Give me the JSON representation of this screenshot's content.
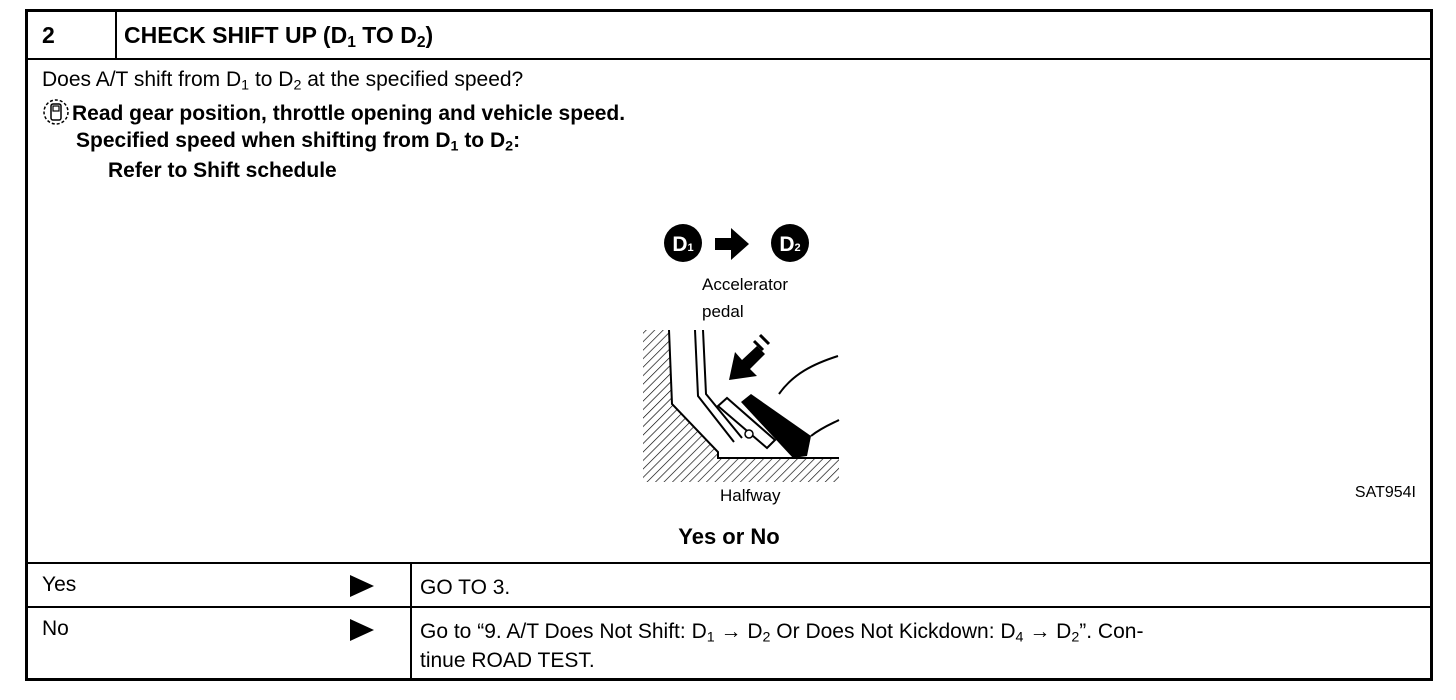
{
  "header": {
    "number": "2",
    "title_pre": "CHECK SHIFT UP (D",
    "title_sub1": "1",
    "title_mid": " TO D",
    "title_sub2": "2",
    "title_post": ")"
  },
  "question": {
    "pre": "Does A/T shift from D",
    "sub1": "1",
    "mid": " to D",
    "sub2": "2",
    "post": " at the specified speed?"
  },
  "instruction": {
    "icon": "consult-icon",
    "text": "Read gear position, throttle opening and vehicle speed."
  },
  "spec": {
    "pre": "Specified speed when shifting from D",
    "sub1": "1",
    "mid": " to D",
    "sub2": "2",
    "post": ":"
  },
  "refer": "Refer to Shift schedule",
  "figure": {
    "d1_label": "D",
    "d1_sub": "1",
    "d2_label": "D",
    "d2_sub": "2",
    "label_accelerator": "Accelerator",
    "label_pedal": "pedal",
    "label_halfway": "Halfway",
    "code": "SAT954I"
  },
  "yes_or_no": "Yes or No",
  "rows": [
    {
      "label": "Yes",
      "result": "GO TO 3."
    },
    {
      "label": "No",
      "result_pre": "Go to “9. A/T Does Not Shift: D",
      "result_sub1": "1",
      "result_arrow1": " → D",
      "result_sub2": "2",
      "result_mid": " Or Does Not Kickdown: D",
      "result_sub3": "4",
      "result_arrow2": " → D",
      "result_sub4": "2",
      "result_post1": "”. Con-",
      "result_post2": "tinue ROAD TEST."
    }
  ]
}
